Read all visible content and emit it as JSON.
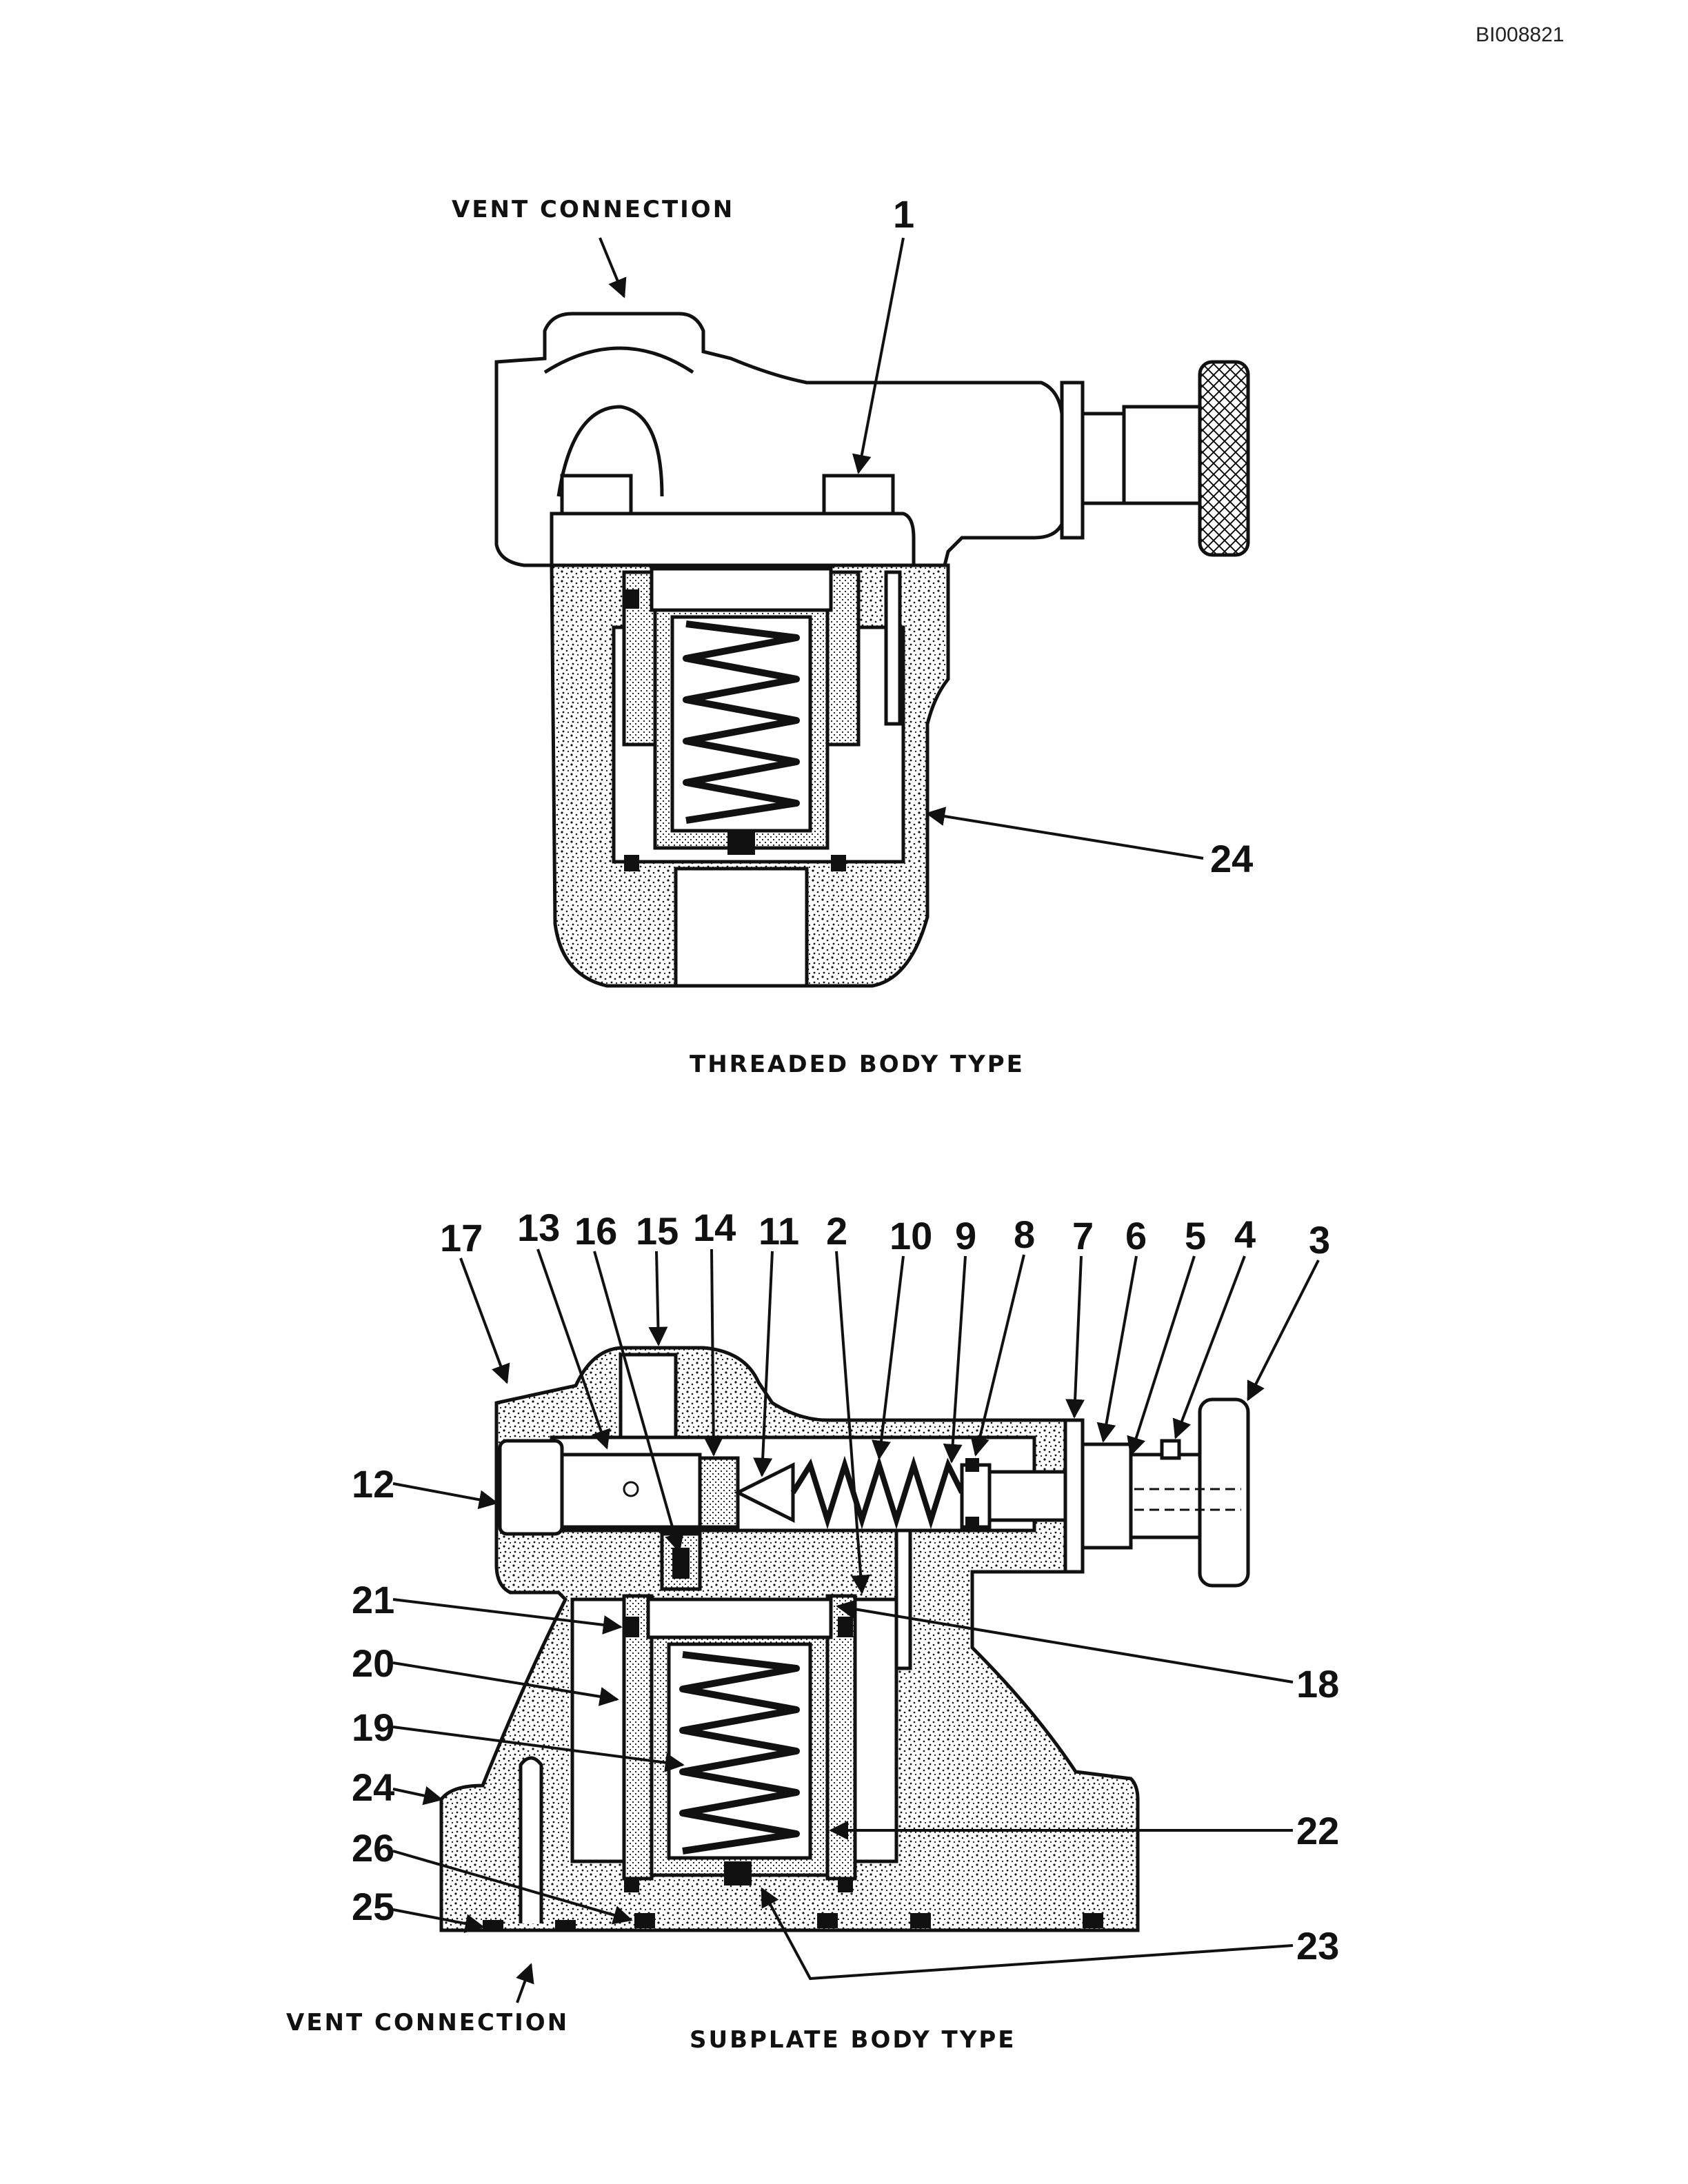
{
  "doc_id": "BI008821",
  "top_figure": {
    "caption": "THREADED BODY TYPE",
    "vent_label": "VENT CONNECTION",
    "callouts": [
      "1",
      "24"
    ]
  },
  "bottom_figure": {
    "caption": "SUBPLATE BODY TYPE",
    "vent_label": "VENT CONNECTION",
    "callouts": [
      "17",
      "13",
      "16",
      "15",
      "14",
      "11",
      "2",
      "10",
      "9",
      "8",
      "7",
      "6",
      "5",
      "4",
      "3",
      "12",
      "21",
      "20",
      "19",
      "24",
      "26",
      "25",
      "18",
      "22",
      "23"
    ]
  },
  "colors": {
    "ink": "#111111",
    "paper": "#ffffff",
    "shade": "#d9d9d9"
  }
}
